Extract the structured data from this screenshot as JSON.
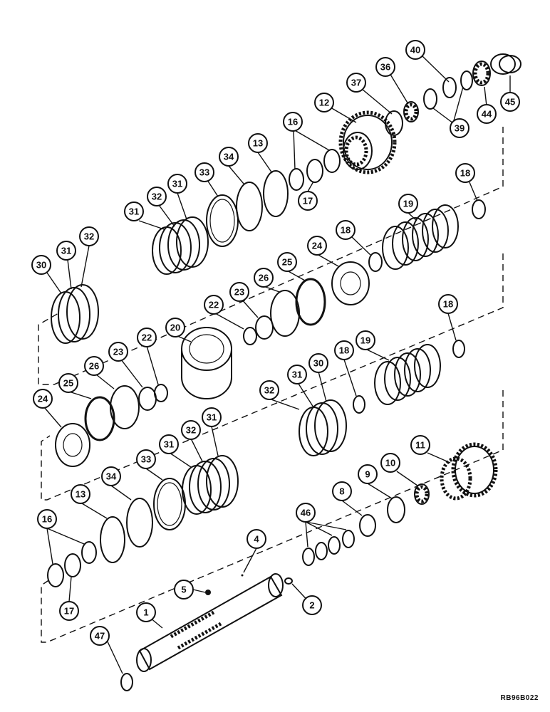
{
  "reference_code": "RB96B022",
  "callouts": [
    {
      "id": "c1",
      "label": "1"
    },
    {
      "id": "c2",
      "label": "2"
    },
    {
      "id": "c4",
      "label": "4"
    },
    {
      "id": "c5",
      "label": "5"
    },
    {
      "id": "c8",
      "label": "8"
    },
    {
      "id": "c9",
      "label": "9"
    },
    {
      "id": "c10",
      "label": "10"
    },
    {
      "id": "c11",
      "label": "11"
    },
    {
      "id": "c12",
      "label": "12"
    },
    {
      "id": "c13a",
      "label": "13"
    },
    {
      "id": "c13b",
      "label": "13"
    },
    {
      "id": "c16a",
      "label": "16"
    },
    {
      "id": "c16b",
      "label": "16"
    },
    {
      "id": "c17a",
      "label": "17"
    },
    {
      "id": "c17b",
      "label": "17"
    },
    {
      "id": "c18a",
      "label": "18"
    },
    {
      "id": "c18b",
      "label": "18"
    },
    {
      "id": "c18c",
      "label": "18"
    },
    {
      "id": "c18d",
      "label": "18"
    },
    {
      "id": "c19a",
      "label": "19"
    },
    {
      "id": "c19b",
      "label": "19"
    },
    {
      "id": "c20",
      "label": "20"
    },
    {
      "id": "c22a",
      "label": "22"
    },
    {
      "id": "c22b",
      "label": "22"
    },
    {
      "id": "c23a",
      "label": "23"
    },
    {
      "id": "c23b",
      "label": "23"
    },
    {
      "id": "c24a",
      "label": "24"
    },
    {
      "id": "c24b",
      "label": "24"
    },
    {
      "id": "c25a",
      "label": "25"
    },
    {
      "id": "c25b",
      "label": "25"
    },
    {
      "id": "c26a",
      "label": "26"
    },
    {
      "id": "c26b",
      "label": "26"
    },
    {
      "id": "c30a",
      "label": "30"
    },
    {
      "id": "c30b",
      "label": "30"
    },
    {
      "id": "c31a",
      "label": "31"
    },
    {
      "id": "c31b",
      "label": "31"
    },
    {
      "id": "c31c",
      "label": "31"
    },
    {
      "id": "c31d",
      "label": "31"
    },
    {
      "id": "c31e",
      "label": "31"
    },
    {
      "id": "c31f",
      "label": "31"
    },
    {
      "id": "c32a",
      "label": "32"
    },
    {
      "id": "c32b",
      "label": "32"
    },
    {
      "id": "c32c",
      "label": "32"
    },
    {
      "id": "c32d",
      "label": "32"
    },
    {
      "id": "c33a",
      "label": "33"
    },
    {
      "id": "c33b",
      "label": "33"
    },
    {
      "id": "c34a",
      "label": "34"
    },
    {
      "id": "c34b",
      "label": "34"
    },
    {
      "id": "c36",
      "label": "36"
    },
    {
      "id": "c37",
      "label": "37"
    },
    {
      "id": "c39",
      "label": "39"
    },
    {
      "id": "c40",
      "label": "40"
    },
    {
      "id": "c44",
      "label": "44"
    },
    {
      "id": "c45",
      "label": "45"
    },
    {
      "id": "c46",
      "label": "46"
    },
    {
      "id": "c47",
      "label": "47"
    }
  ]
}
